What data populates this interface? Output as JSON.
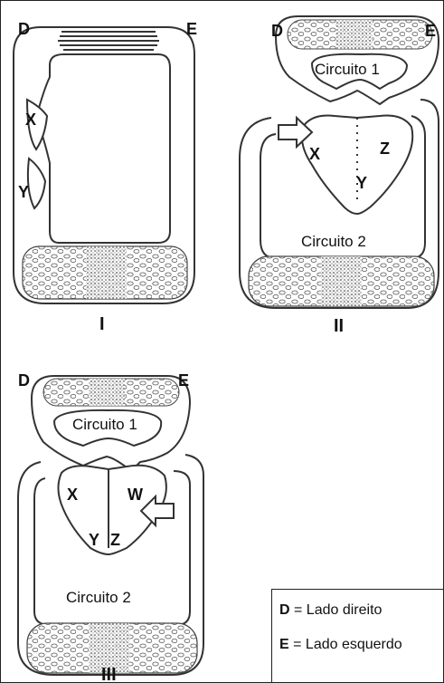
{
  "diagrams": [
    {
      "numeral": "I",
      "side_right": "D",
      "side_left": "E",
      "chamber_x": "X",
      "chamber_y": "Y"
    },
    {
      "numeral": "II",
      "side_right": "D",
      "side_left": "E",
      "circuit_1": "Circuito 1",
      "circuit_2": "Circuito 2",
      "chamber_x": "X",
      "chamber_y": "Y",
      "chamber_z": "Z"
    },
    {
      "numeral": "III",
      "side_right": "D",
      "side_left": "E",
      "circuit_1": "Circuito 1",
      "circuit_2": "Circuito 2",
      "chamber_x": "X",
      "chamber_y": "Y",
      "chamber_z": "Z",
      "chamber_w": "W"
    }
  ],
  "legend": {
    "d_key": "D",
    "d_text": "= Lado direito",
    "e_key": "E",
    "e_text": "= Lado esquerdo"
  }
}
